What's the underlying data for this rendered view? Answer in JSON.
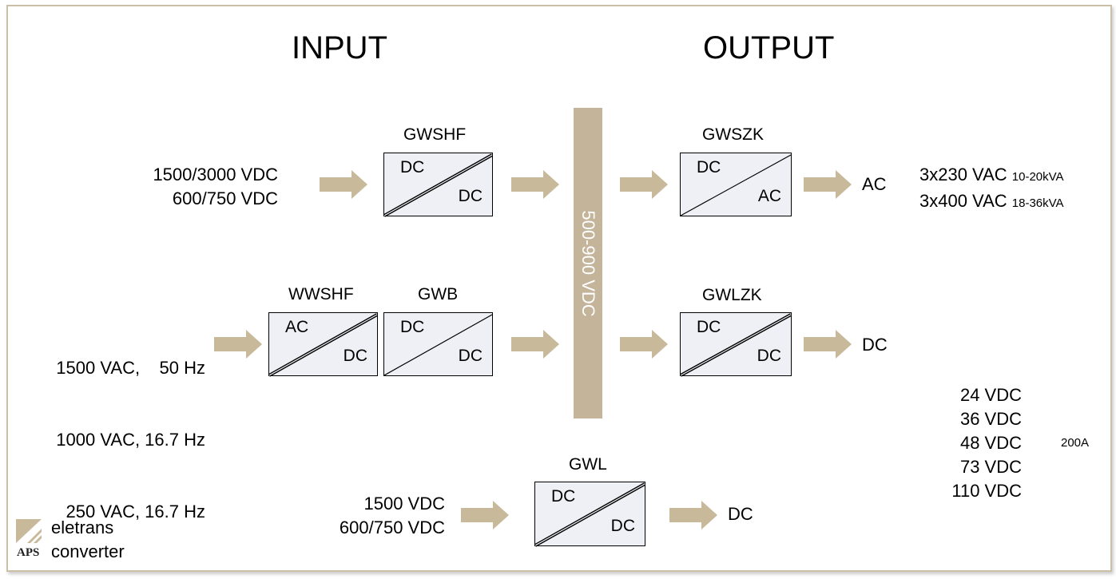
{
  "headings": {
    "input": "INPUT",
    "output": "OUTPUT"
  },
  "bus": {
    "label": "500-900 VDC"
  },
  "inputs": {
    "row1": [
      "1500/3000 VDC",
      "600/750 VDC"
    ],
    "row2": [
      "1500 VAC,    50 Hz",
      "1000 VAC, 16.7 Hz",
      "250 VAC, 16.7 Hz"
    ],
    "row3": [
      "1500 VDC",
      "600/750 VDC"
    ]
  },
  "converters": {
    "gwshf": {
      "name": "GWSHF",
      "in": "DC",
      "out": "DC"
    },
    "wwshf": {
      "name": "WWSHF",
      "in": "AC",
      "out": "DC"
    },
    "gwb": {
      "name": "GWB",
      "in": "DC",
      "out": "DC"
    },
    "gwszk": {
      "name": "GWSZK",
      "in": "DC",
      "out": "AC"
    },
    "gwlzk": {
      "name": "GWLZK",
      "in": "DC",
      "out": "DC"
    },
    "gwl": {
      "name": "GWL",
      "in": "DC",
      "out": "DC"
    }
  },
  "outputs": {
    "ac": "AC",
    "dc1": "DC",
    "dc2": "DC",
    "ac_specs": [
      {
        "v": "3x230 VAC",
        "p": "10-20kVA"
      },
      {
        "v": "3x400 VAC",
        "p": "18-36kVA"
      }
    ],
    "dc_specs": [
      "24 VDC",
      "36 VDC",
      "48 VDC",
      "73 VDC",
      "110 VDC"
    ],
    "dc_current": "200A"
  },
  "logo": {
    "mark": "APS",
    "line1": "eletrans",
    "line2": "converter"
  },
  "colors": {
    "arrow": "#c8b99b",
    "bus": "#c4b49a",
    "box": "#eef0f5"
  }
}
